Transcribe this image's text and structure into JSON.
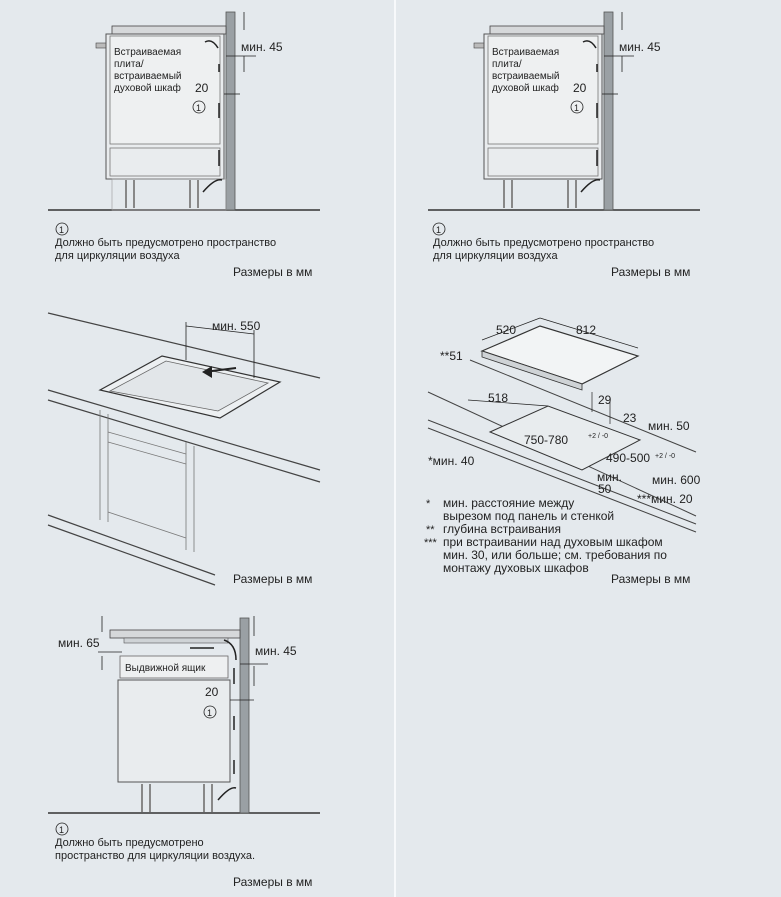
{
  "panel_top_left": {
    "appliance_label": [
      "Встраиваемая",
      "плита/",
      "встраиваемый",
      "духовой шкаф"
    ],
    "min45": "мин. 45",
    "dim20": "20",
    "marker": "1",
    "note_marker": "1",
    "note_line1": "Должно быть предусмотрено пространство",
    "note_line2": "для циркуляции воздуха",
    "dims_label": "Размеры в мм"
  },
  "panel_top_right": {
    "appliance_label": [
      "Встраиваемая",
      "плита/",
      "встраиваемый",
      "духовой шкаф"
    ],
    "min45": "мин. 45",
    "dim20": "20",
    "marker": "1",
    "note_marker": "1",
    "note_line1": "Должно быть предусмотрено пространство",
    "note_line2": "для циркуляции воздуха",
    "dims_label": "Размеры в мм"
  },
  "panel_mid_left": {
    "min550": "мин. 550",
    "dims_label": "Размеры в мм"
  },
  "panel_mid_right": {
    "d520": "520",
    "d812": "812",
    "d51": "**51",
    "d518": "518",
    "d29": "29",
    "d23": "23",
    "min50": "мин. 50",
    "cutout_w": "750-780",
    "cutout_w_tol": "+2 / -0",
    "cutout_d": "490-500",
    "cutout_d_tol": "+2 / -0",
    "min40": "*мин. 40",
    "min50b_1": "мин.",
    "min50b_2": "50",
    "min600": "мин. 600",
    "min20": "***мин. 20",
    "fn1_mark": "*",
    "fn1_l1": "мин. расстояние между",
    "fn1_l2": "вырезом под панель и стенкой",
    "fn2_mark": "**",
    "fn2_l1": "глубина встраивания",
    "fn3_mark": "***",
    "fn3_l1": "при встраивании над духовым шкафом",
    "fn3_l2": "мин. 30, или больше; см. требования по",
    "fn3_l3": "монтажу духовых шкафов",
    "dims_label": "Размеры в мм"
  },
  "panel_bottom_left": {
    "min65": "мин. 65",
    "drawer_label": "Выдвижной ящик",
    "min45": "мин. 45",
    "dim20": "20",
    "marker": "1",
    "note_marker": "1",
    "note_line1": "Должно быть предусмотрено",
    "note_line2": "пространство для циркуляции воздуха.",
    "dims_label": "Размеры в мм"
  }
}
